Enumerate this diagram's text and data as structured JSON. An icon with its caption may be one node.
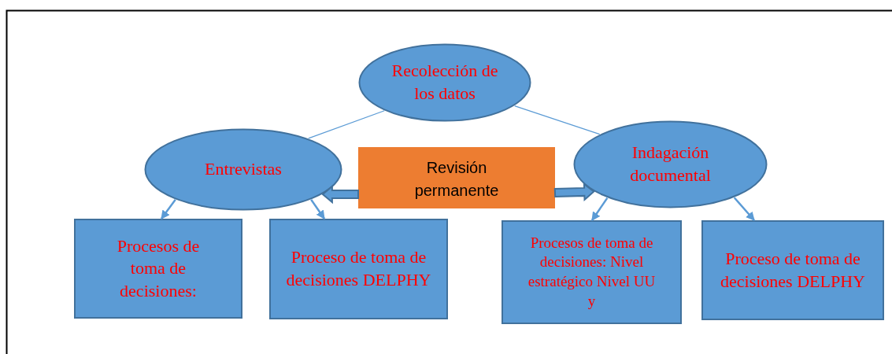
{
  "diagram": {
    "nodes": [
      {
        "text": [
          "Recolección de los datos"
        ]
      },
      {
        "text": [
          "Entrevistas"
        ]
      },
      {
        "text": [
          "Revisión permanente"
        ]
      },
      {
        "text": [
          "Indagación documental"
        ]
      },
      {
        "text": [
          "Procesos de toma de decisiones:"
        ]
      },
      {
        "text": [
          "Proceso de toma de decisiones DELPHY"
        ]
      },
      {
        "text": [
          "Procesos de toma de decisiones: Nivel estratégico Nivel UU y"
        ]
      },
      {
        "text": [
          "Proceso de toma de decisiones DELPHY"
        ]
      }
    ],
    "edges": [
      {
        "from": 0,
        "to": 1,
        "arrow": "none"
      },
      {
        "from": 0,
        "to": 3,
        "arrow": "none"
      },
      {
        "from": 1,
        "to": 4,
        "arrow": "to"
      },
      {
        "from": 1,
        "to": 5,
        "arrow": "to"
      },
      {
        "from": 3,
        "to": 6,
        "arrow": "to"
      },
      {
        "from": 3,
        "to": 7,
        "arrow": "to"
      },
      {
        "from": 2,
        "to": 1,
        "arrow": "to",
        "style": "thick"
      },
      {
        "from": 2,
        "to": 3,
        "arrow": "to",
        "style": "thick"
      }
    ]
  }
}
